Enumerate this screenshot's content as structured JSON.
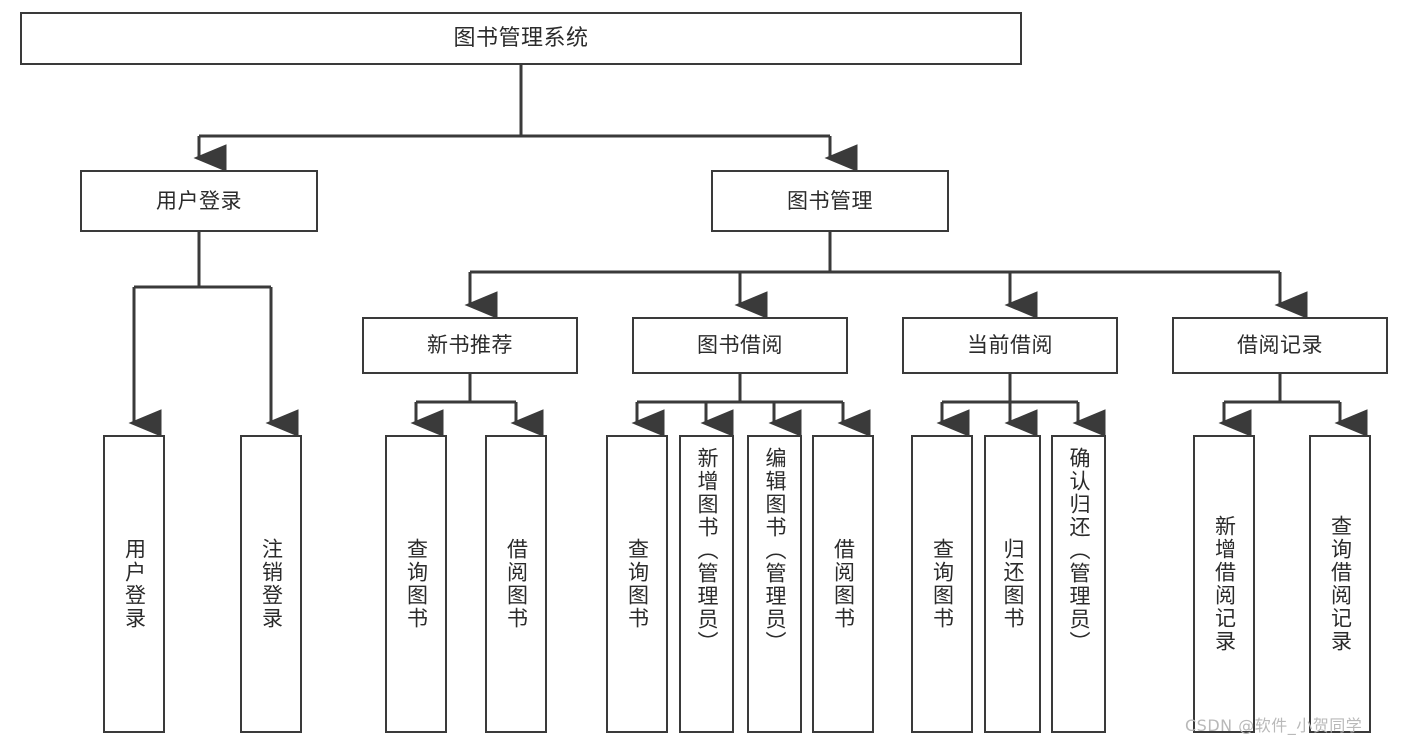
{
  "diagram": {
    "type": "hierarchy-tree",
    "title": "图书管理系统",
    "orientation": "top-down",
    "box_style": {
      "border_color": "#3a3a3a",
      "fill_color": "#ffffff",
      "text_color": "#2b2b2b",
      "connector_color": "#3a3a3a"
    },
    "levels": 4
  },
  "root": {
    "id": "root",
    "label": "图书管理系统"
  },
  "level2": [
    {
      "id": "user-login",
      "label": "用户登录"
    },
    {
      "id": "book-management",
      "label": "图书管理"
    }
  ],
  "level3": [
    {
      "id": "new-book-recommend",
      "label": "新书推荐",
      "parent": "book-management"
    },
    {
      "id": "book-borrow",
      "label": "图书借阅",
      "parent": "book-management"
    },
    {
      "id": "current-borrow",
      "label": "当前借阅",
      "parent": "book-management"
    },
    {
      "id": "borrow-record",
      "label": "借阅记录",
      "parent": "book-management"
    }
  ],
  "leaves": {
    "user_login": [
      {
        "id": "leaf-user-login",
        "label": "用户登录"
      },
      {
        "id": "leaf-logout-login",
        "label": "注销登录"
      }
    ],
    "new_book_recommend": [
      {
        "id": "leaf-query-book-1",
        "label": "查询图书"
      },
      {
        "id": "leaf-borrow-book-1",
        "label": "借阅图书"
      }
    ],
    "book_borrow": [
      {
        "id": "leaf-query-book-2",
        "label": "查询图书"
      },
      {
        "id": "leaf-add-book",
        "label": "新增图书（管理员）"
      },
      {
        "id": "leaf-edit-book",
        "label": "编辑图书（管理员）"
      },
      {
        "id": "leaf-borrow-book-2",
        "label": "借阅图书"
      }
    ],
    "current_borrow": [
      {
        "id": "leaf-query-book-3",
        "label": "查询图书"
      },
      {
        "id": "leaf-return-book",
        "label": "归还图书"
      },
      {
        "id": "leaf-confirm-return",
        "label": "确认归还（管理员）"
      }
    ],
    "borrow_record": [
      {
        "id": "leaf-add-record",
        "label": "新增借阅记录"
      },
      {
        "id": "leaf-query-record",
        "label": "查询借阅记录"
      }
    ]
  },
  "watermark": {
    "text": "CSDN @软件_小贺同学"
  }
}
